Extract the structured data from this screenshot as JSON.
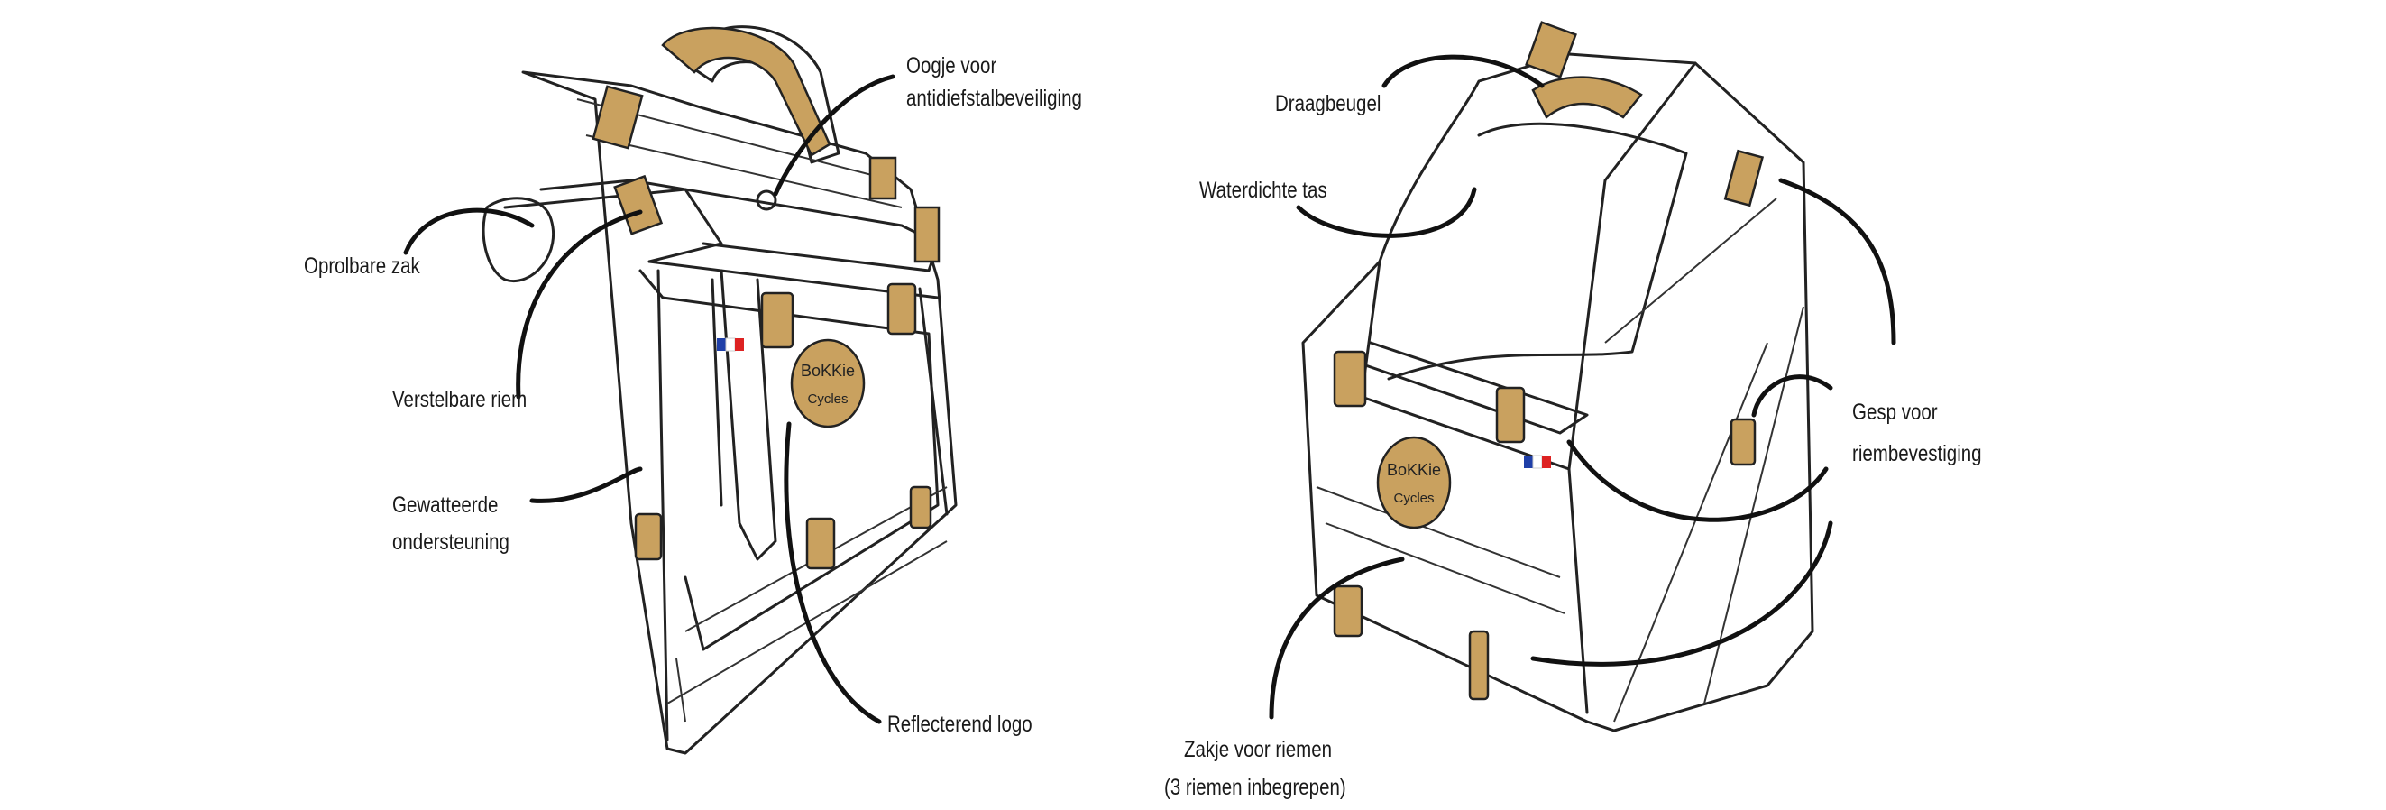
{
  "labels": {
    "antitheft_line1": "Oogje voor",
    "antitheft_line2": "antidiefstalbeveiliging",
    "rollup": "Oprolbare zak",
    "strap": "Verstelbare riem",
    "padded_line1": "Gewatteerde",
    "padded_line2": "ondersteuning",
    "logo": "Reflecterend logo",
    "handle": "Draagbeugel",
    "waterproof": "Waterdichte tas",
    "buckle_line1": "Gesp voor",
    "buckle_line2": "riembevestiging",
    "pouch_line1": "Zakje voor riemen",
    "pouch_line2": "(3 riemen inbegrepen)"
  },
  "brand": {
    "line1": "BoKKie",
    "line2": "Cycles"
  },
  "colors": {
    "accent": "#c9a15f",
    "ink": "#222222",
    "background": "#ffffff"
  }
}
